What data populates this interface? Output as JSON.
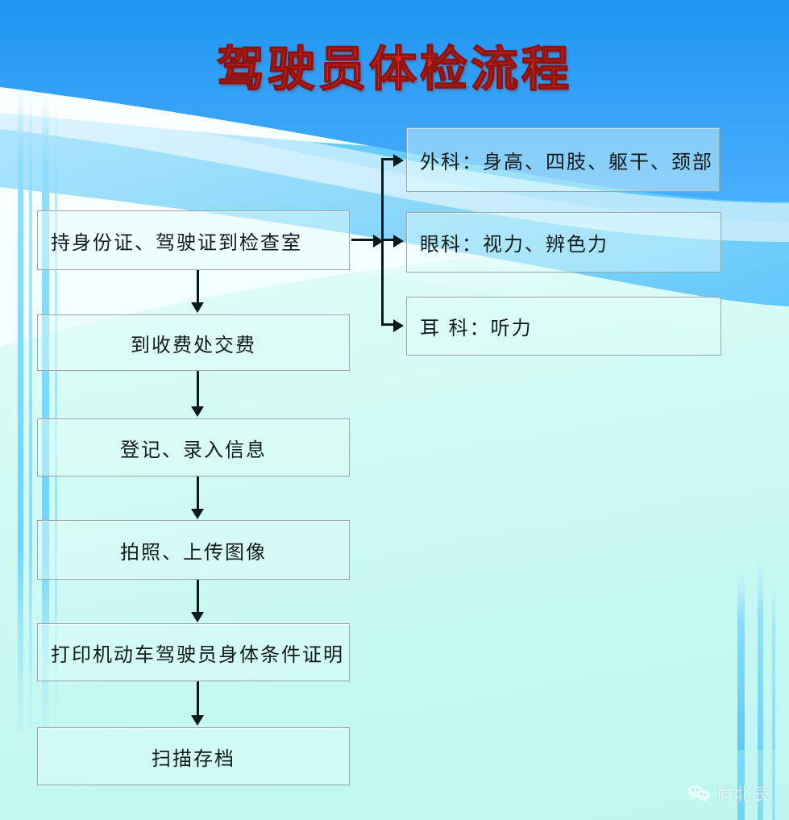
{
  "poster": {
    "title": "驾驶员体检流程",
    "title_color": "#e8261c",
    "title_outline_color": "#8d1410",
    "background_color": "#ccf9f3",
    "band_primary_color": "#2f9cf5",
    "band_secondary_color": "#61c9f7",
    "box_border_color": "#97a7aa",
    "box_fill_color": "#e2fdfa",
    "connector_color": "#0d1a1a"
  },
  "flow": {
    "main_steps": [
      {
        "id": "step-1",
        "label": "持身份证、驾驶证到检查室"
      },
      {
        "id": "step-2",
        "label": "到收费处交费"
      },
      {
        "id": "step-3",
        "label": "登记、录入信息"
      },
      {
        "id": "step-4",
        "label": "拍照、上传图像"
      },
      {
        "id": "step-5",
        "label": "打印机动车驾驶员身体条件证明"
      },
      {
        "id": "step-6",
        "label": "扫描存档"
      }
    ],
    "exam_branches": [
      {
        "id": "branch-surgery",
        "label": "外科：身高、四肢、躯干、颈部"
      },
      {
        "id": "branch-ophthalmology",
        "label": "眼科：视力、辨色力"
      },
      {
        "id": "branch-otology",
        "label": "耳 科：听力"
      }
    ]
  },
  "watermark": {
    "icon": "wechat-icon",
    "label": "微北辰"
  }
}
